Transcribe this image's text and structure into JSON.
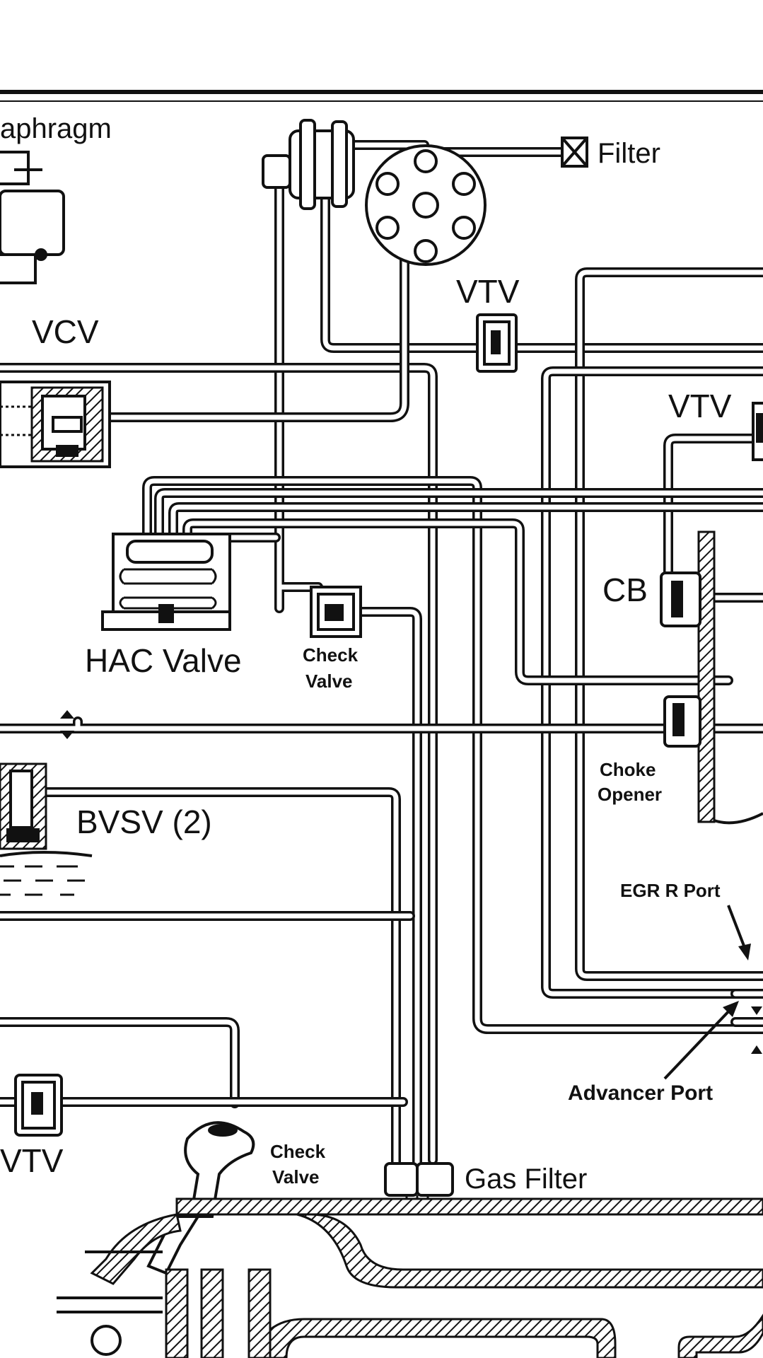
{
  "labels": {
    "diaphragm": "aphragm",
    "filter": "Filter",
    "vcv": "VCV",
    "vtv_top": "VTV",
    "vtv_right": "VTV",
    "vtv_bottom": "VTV",
    "hac_valve": "HAC Valve",
    "check_valve_upper_line1": "Check",
    "check_valve_upper_line2": "Valve",
    "check_valve_lower_line1": "Check",
    "check_valve_lower_line2": "Valve",
    "cb": "CB",
    "choke_opener_line1": "Choke",
    "choke_opener_line2": "Opener",
    "bvsv": "BVSV (2)",
    "egr_r_port": "EGR R Port",
    "advancer_port": "Advancer Port",
    "gas_filter": "Gas Filter"
  }
}
